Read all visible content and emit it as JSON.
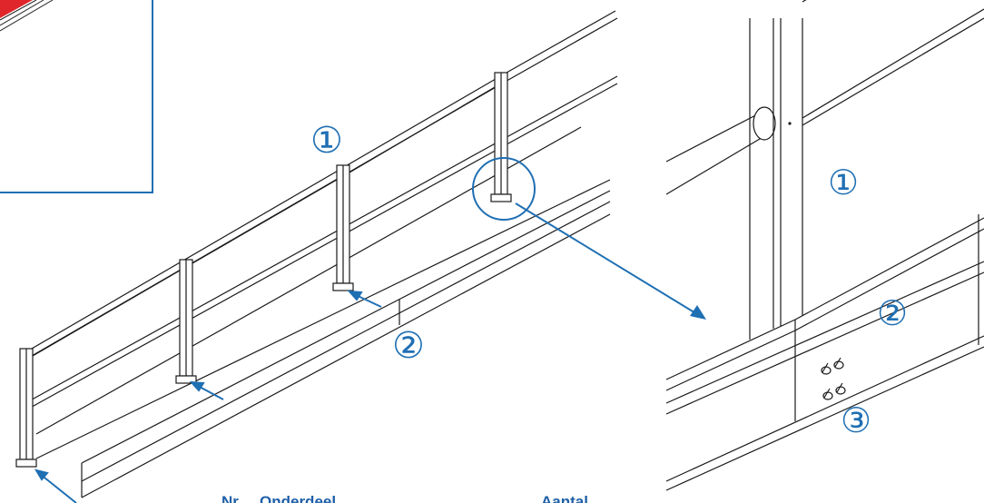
{
  "colors": {
    "line": "#1a1a1a",
    "accent": "#1f6fb3",
    "header_text": "#1f5fa8",
    "inset_red": "#e0262b"
  },
  "callouts": {
    "left_1": "①",
    "left_2": "②",
    "right_1": "①",
    "right_2": "②",
    "right_3": "③"
  },
  "parts_table": {
    "headers": {
      "nr": "Nr.",
      "part": "Onderdeel",
      "qty": "Aantal"
    }
  }
}
